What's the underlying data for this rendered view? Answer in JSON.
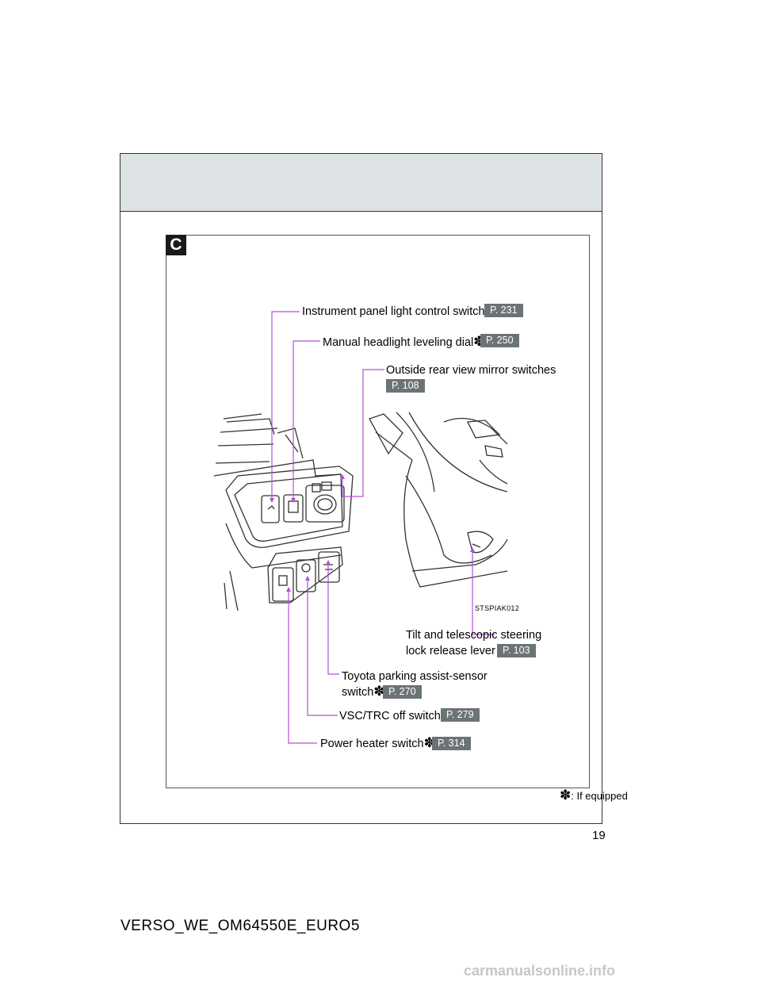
{
  "section": {
    "letter": "C"
  },
  "callouts": {
    "instrument_panel": {
      "label": "Instrument panel light control switch",
      "ref": "P. 231"
    },
    "headlight_leveling": {
      "label": "Manual headlight leveling dial",
      "asterisk": "✽",
      "ref": "P. 250"
    },
    "mirror_switches": {
      "label": "Outside rear view mirror switches",
      "ref": "P. 108"
    },
    "tilt_telescopic": {
      "label_line1": "Tilt and telescopic steering",
      "label_line2": "lock release lever",
      "ref": "P. 103"
    },
    "parking_assist": {
      "label_line1": "Toyota parking assist-sensor",
      "label_line2": "switch",
      "asterisk": "✽",
      "ref": "P. 270"
    },
    "vsc_trc": {
      "label": "VSC/TRC off switch",
      "ref": "P. 279"
    },
    "power_heater": {
      "label": "Power heater switch",
      "asterisk": "✽",
      "ref": "P. 314"
    }
  },
  "illustration": {
    "code": "STSPIAK012"
  },
  "footnote": {
    "symbol": "✽",
    "text": ": If equipped"
  },
  "page": {
    "number": "19",
    "document": "VERSO_WE_OM64550E_EURO5"
  },
  "watermark": {
    "text": "carmanualsonline.info"
  },
  "colors": {
    "callout_line": "#b44fd6",
    "ref_badge": "#6c7377",
    "header_band": "#dde3e4"
  }
}
